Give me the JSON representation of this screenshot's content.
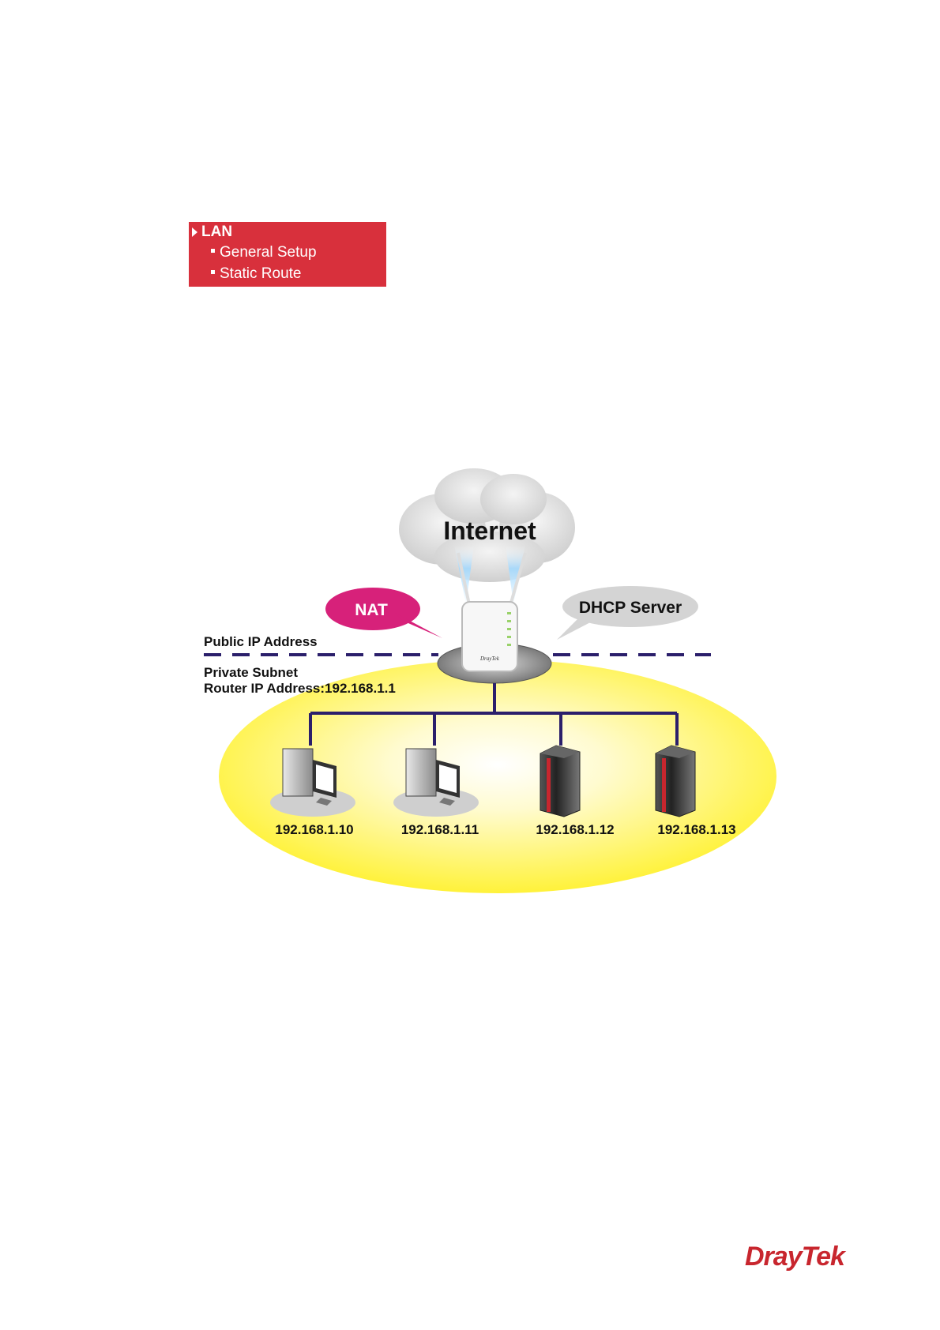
{
  "menu": {
    "header": "LAN",
    "items": [
      {
        "label": "General Setup"
      },
      {
        "label": "Static Route"
      }
    ]
  },
  "diagram": {
    "cloud_label": "Internet",
    "nat_label": "NAT",
    "dhcp_label": "DHCP Server",
    "public_label": "Public IP Address",
    "private_label": "Private Subnet",
    "router_ip_label": "Router IP Address:192.168.1.1",
    "router_brand": "DrayTek",
    "hosts": [
      {
        "type": "pc",
        "ip": "192.168.1.10"
      },
      {
        "type": "pc",
        "ip": "192.168.1.11"
      },
      {
        "type": "server",
        "ip": "192.168.1.12"
      },
      {
        "type": "server",
        "ip": "192.168.1.13"
      }
    ],
    "colors": {
      "nat_bubble": "#d7217a",
      "dhcp_bubble": "#d4d4d4",
      "network_line": "#2b1f6b",
      "lan_area": "#fff59a",
      "cloud": "#dcdcdc"
    }
  },
  "footer": {
    "logo": "DrayTek",
    "logo_color": "#c8262e"
  }
}
